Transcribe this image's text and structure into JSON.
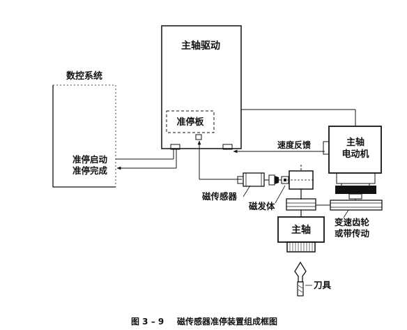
{
  "figure": {
    "caption_number": "图 3 – 9",
    "caption_title": "磁传感器准停装置组成框图"
  },
  "blocks": {
    "cnc_system": "数控系统",
    "spindle_drive": "主轴驱动",
    "orient_board": "准停板",
    "spindle_motor_line1": "主轴",
    "spindle_motor_line2": "电动机",
    "spindle": "主轴"
  },
  "signals": {
    "orient_start": "准停启动",
    "orient_complete": "准停完成",
    "speed_feedback": "速度反馈"
  },
  "parts": {
    "magnetic_sensor": "磁传感器",
    "magnet": "磁发体",
    "gear_line1": "变速齿轮",
    "gear_line2": "或带传动",
    "tool": "刀具"
  },
  "colors": {
    "ink": "#111111",
    "paper": "#ffffff"
  }
}
